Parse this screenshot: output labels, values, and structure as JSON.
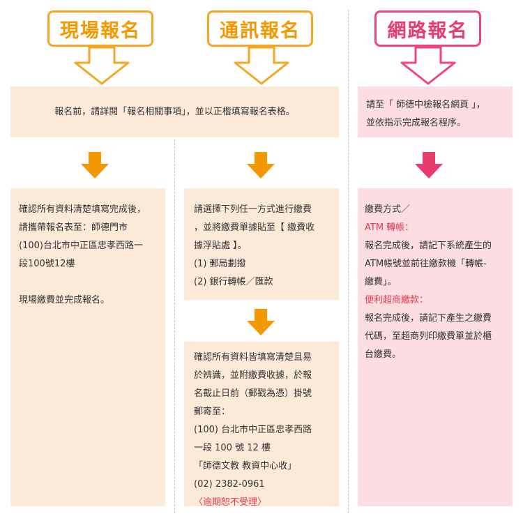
{
  "headers": {
    "onsite": "現場報名",
    "mail": "通訊報名",
    "online": "網路報名"
  },
  "top_notice": {
    "shared_text": "報名前，請詳閱「報名相關事項」，並以正楷填寫報名表格。",
    "online_lines": [
      "請至「 師德中檢報名網頁 」，",
      "並依指示完成報名程序。"
    ]
  },
  "onsite_box": {
    "lines": [
      "確認所有資料清楚填寫完成後，",
      "請攜帶報名表至：師德門市",
      "(100)台北市中正區忠孝西路一",
      "段100號12樓"
    ],
    "final": "現場繳費並完成報名。"
  },
  "mail_box_1": {
    "lines": [
      "請選擇下列任一方式進行繳費",
      "，並將繳費單據貼至【 繳費收",
      "據浮貼處 】。",
      "(1) 郵局劃撥",
      "(2) 銀行轉帳／匯款"
    ]
  },
  "mail_box_2": {
    "lines": [
      "確認所有資料皆填寫清楚且易",
      "於辨識，並附繳費收據，於報",
      "名截止日前（郵戳為憑）掛號",
      "郵寄至：",
      "(100) 台北市中正區忠孝西路",
      "一段 100 號 12 樓",
      "「師德文教 教資中心收」",
      "(02) 2382-0961"
    ],
    "warning": "〈逾期恕不受理〉"
  },
  "online_box": {
    "title": "繳費方式／",
    "atm_label": "ATM 轉帳：",
    "atm_lines": [
      "報名完成後，請記下系統產生的",
      "ATM帳號並前往繳款機「轉帳-",
      "繳費」。"
    ],
    "store_label": "便利超商繳款：",
    "store_lines": [
      "報名完成後，請記下產生之繳費",
      "代碼，至超商列印繳費單並於櫃",
      "台繳費。"
    ]
  },
  "colors": {
    "orange": "#f39800",
    "pink": "#ea3b6e",
    "peach_bg": "#fcead8",
    "pink_bg": "#fbdde2"
  }
}
